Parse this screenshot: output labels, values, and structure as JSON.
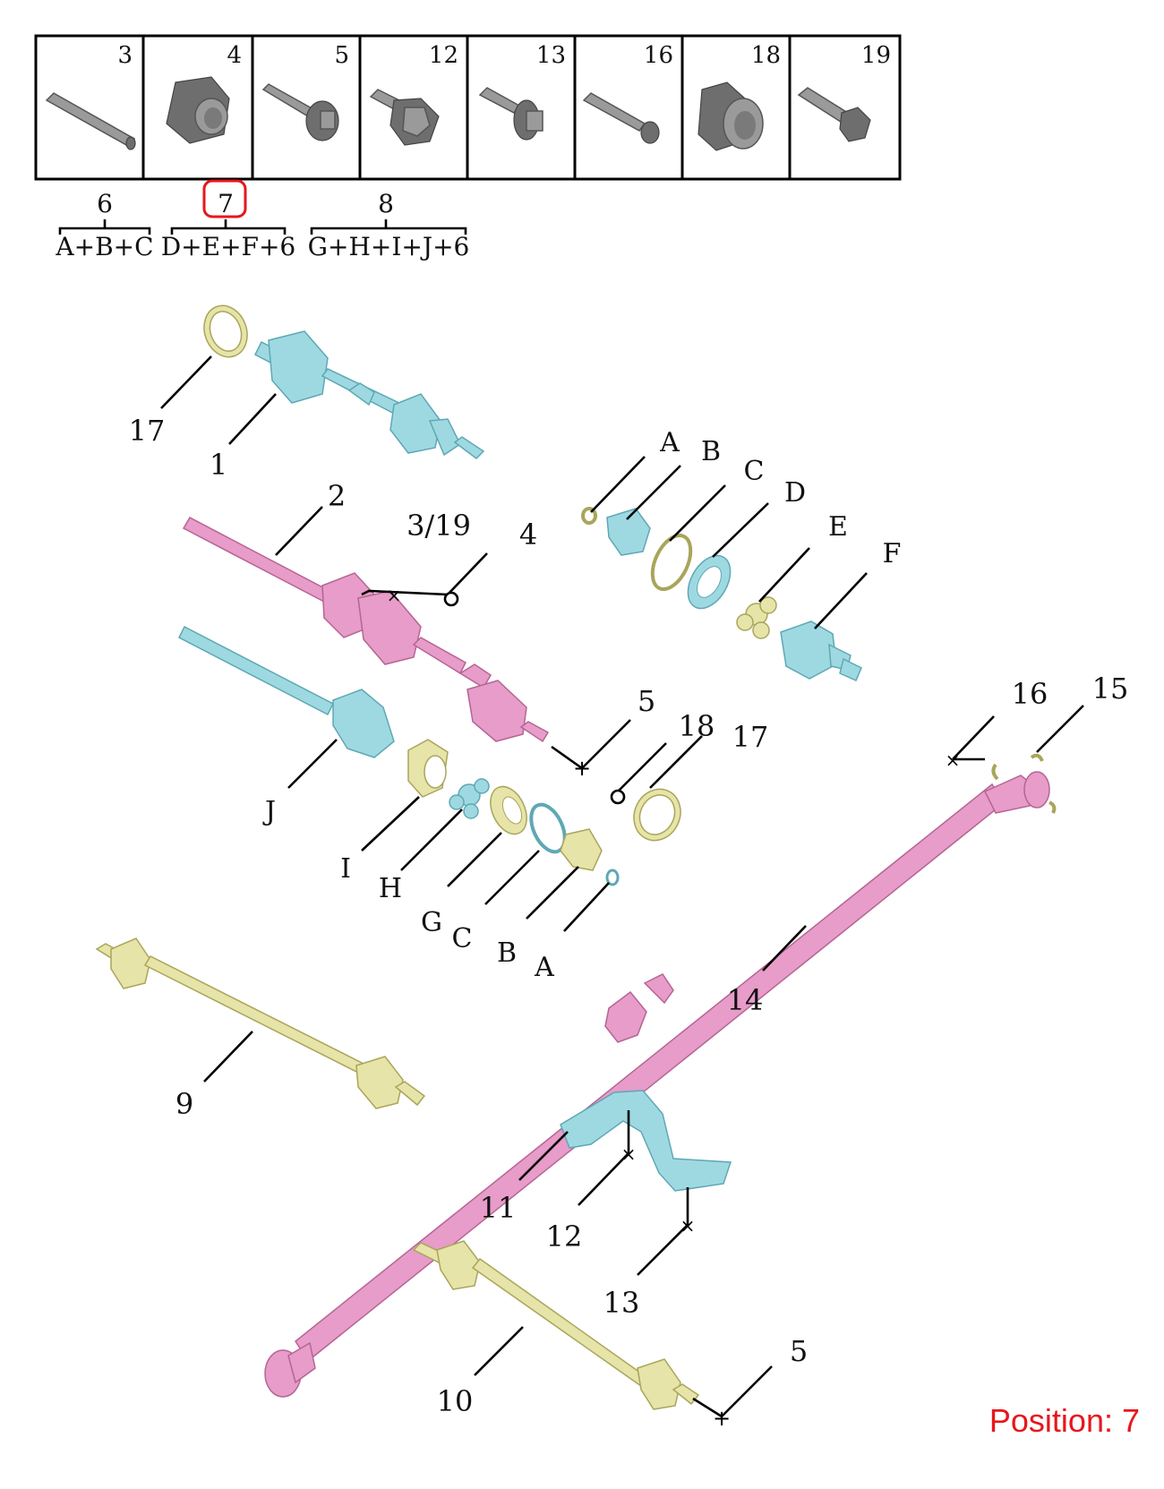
{
  "grid": {
    "cells": [
      "3",
      "4",
      "5",
      "12",
      "13",
      "16",
      "18",
      "19"
    ]
  },
  "kits": [
    {
      "number": "6",
      "formula": "A+B+C"
    },
    {
      "number": "7",
      "formula": "D+E+F+6"
    },
    {
      "number": "8",
      "formula": "G+H+I+J+6"
    }
  ],
  "callouts": {
    "c17a": "17",
    "c1": "1",
    "c2": "2",
    "c3_19": "3/19",
    "c4": "4",
    "cA1": "A",
    "cB1": "B",
    "cC1": "C",
    "cD": "D",
    "cE": "E",
    "cF": "F",
    "c5a": "5",
    "c18": "18",
    "c17b": "17",
    "c16": "16",
    "c15": "15",
    "cJ": "J",
    "cI": "I",
    "cH": "H",
    "cG": "G",
    "cC2": "C",
    "cB2": "B",
    "cA2": "A",
    "c14": "14",
    "c9": "9",
    "c11": "11",
    "c12": "12",
    "c13": "13",
    "c10": "10",
    "c5b": "5"
  },
  "position_label": "Position: 7",
  "highlight": {
    "target": "7",
    "color": "#e8161b"
  },
  "part_colors": {
    "pink": "#e79cc9",
    "cyan": "#9ed9e2",
    "yellow": "#e6e4a8",
    "grey": "#9a9a9a"
  }
}
